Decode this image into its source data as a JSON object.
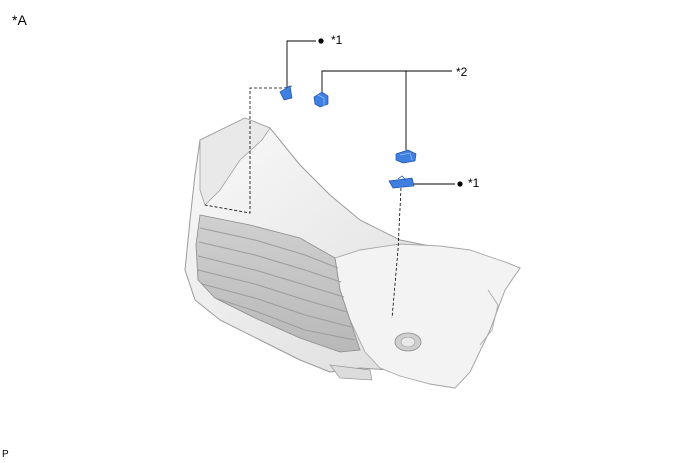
{
  "view_label": "*A",
  "figure_id": "P",
  "callouts": [
    {
      "id": "c1a",
      "text": "*1",
      "bullet": true
    },
    {
      "id": "c2",
      "text": "*2",
      "bullet": false
    },
    {
      "id": "c1b",
      "text": "*1",
      "bullet": true
    }
  ],
  "colors": {
    "part_highlight": "#3f7fe0",
    "bumper_body": "#eeeeee",
    "leader_line": "#000000"
  }
}
